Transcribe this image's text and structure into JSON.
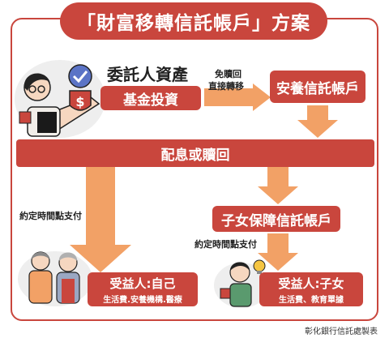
{
  "title": "「財富移轉信託帳戶」方案",
  "settlor_assets": "委託人資產",
  "fund_investment": "基金投資",
  "transfer_note_line1": "免贖回",
  "transfer_note_line2": "直接轉移",
  "pension_trust_account": "安養信託帳戶",
  "dividend_or_redemption": "配息或贖回",
  "child_trust_account": "子女保障信託帳戶",
  "scheduled_payment_left": "約定時間點支付",
  "scheduled_payment_right": "約定時間點支付",
  "beneficiary_self": "受益人:自己",
  "beneficiary_self_uses": "生活費.安養機構.醫療",
  "beneficiary_child": "受益人:子女",
  "beneficiary_child_uses": "生活費、教育單據",
  "footer": "彰化銀行信託處製表",
  "colors": {
    "brand_red": "#c9463d",
    "arrow_orange": "#f2a166"
  }
}
